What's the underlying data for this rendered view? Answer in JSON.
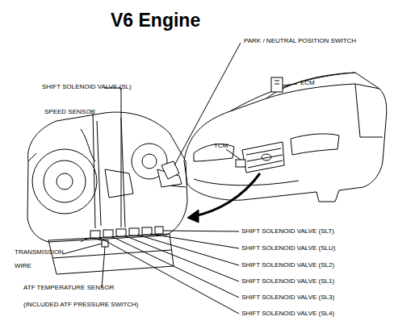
{
  "diagram": {
    "title": "V6 Engine",
    "labels": [
      "PARK / NEUTRAL POSITION SWITCH",
      "ECM",
      "SHIFT SOLENOID VALVE (SL)",
      "SPEED SENSOR",
      "TCM",
      "SHIFT SOLENOID VALVE (SLT)",
      "SHIFT SOLENOID VALVE (SLU)",
      "SHIFT SOLENOID VALVE (SL2)",
      "SHIFT SOLENOID VALVE (SL1)",
      "SHIFT SOLENOID VALVE (SL3)",
      "SHIFT SOLENOID VALVE (SL4)",
      "TRANSMISSION WIRE",
      "ATF TEMPERATURE SENSOR",
      "(INCLUDED ATF PRESSURE SWITCH)"
    ]
  }
}
